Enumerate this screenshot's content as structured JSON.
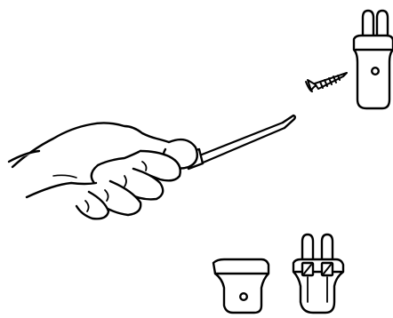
{
  "diagram": {
    "steps": [
      {
        "id": "insert-screw",
        "illustration": "hand-driving-screw-into-plug-cover"
      },
      {
        "id": "plug-parts",
        "illustration": "plug-cover-and-plug-core-with-terminal-screws"
      }
    ],
    "colors": {
      "line": "#000000",
      "fill": "#ffffff"
    },
    "icons": [
      "hand-icon",
      "screwdriver-icon",
      "screw-icon",
      "plug-icon",
      "plug-cover-icon",
      "plug-core-icon",
      "terminal-screw-icon"
    ]
  }
}
